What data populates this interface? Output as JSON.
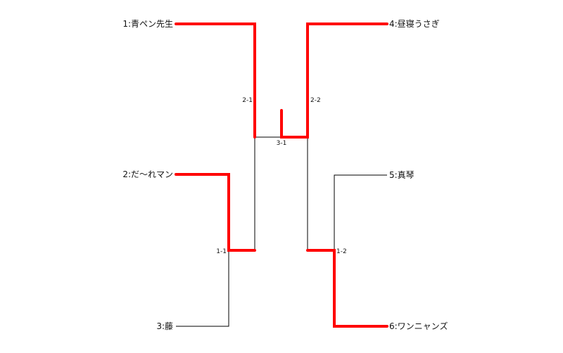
{
  "players": [
    {
      "id": "p1",
      "label": "1:青ペン先生"
    },
    {
      "id": "p2",
      "label": "2:だ〜れマン"
    },
    {
      "id": "p3",
      "label": "3:藤"
    },
    {
      "id": "p4",
      "label": "4:昼寝うさぎ"
    },
    {
      "id": "p5",
      "label": "5:真琴"
    },
    {
      "id": "p6",
      "label": "6:ワンニャンズ"
    }
  ],
  "matches": [
    {
      "id": "m1_1",
      "label": "1-1"
    },
    {
      "id": "m1_2",
      "label": "1-2"
    },
    {
      "id": "m2_1",
      "label": "2-1"
    },
    {
      "id": "m2_2",
      "label": "2-2"
    },
    {
      "id": "m3_1",
      "label": "3-1"
    }
  ],
  "colors": {
    "winner_path": "#ff0000",
    "line": "#000000",
    "text": "#111111"
  }
}
